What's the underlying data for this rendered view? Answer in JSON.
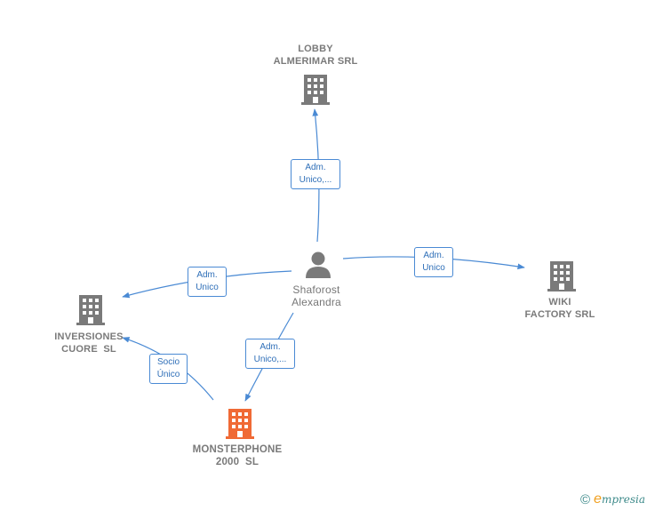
{
  "nodes": {
    "lobby": {
      "label": "LOBBY\nALMERIMAR SRL"
    },
    "wiki": {
      "label": "WIKI\nFACTORY SRL"
    },
    "inversiones": {
      "label": "INVERSIONES\nCUORE  SL"
    },
    "monsterphone": {
      "label": "MONSTERPHONE\n2000  SL"
    },
    "person": {
      "label": "Shaforost\nAlexandra"
    }
  },
  "edges": {
    "to_lobby": {
      "label": "Adm.\nUnico,..."
    },
    "to_wiki": {
      "label": "Adm.\nUnico"
    },
    "to_inversiones": {
      "label": "Adm.\nUnico"
    },
    "to_monsterphone": {
      "label": "Adm.\nUnico,..."
    },
    "monster_to_inversiones": {
      "label": "Socio\nÚnico"
    }
  },
  "footer": {
    "copyright": "©",
    "brand_initial": "e",
    "brand_rest": "mpresia"
  },
  "colors": {
    "edge": "#4a8ad4",
    "company": "#7a7a7a",
    "main_company": "#f06a35",
    "person": "#7a7a7a"
  },
  "icons": {
    "company": "building-icon",
    "person": "person-icon"
  }
}
